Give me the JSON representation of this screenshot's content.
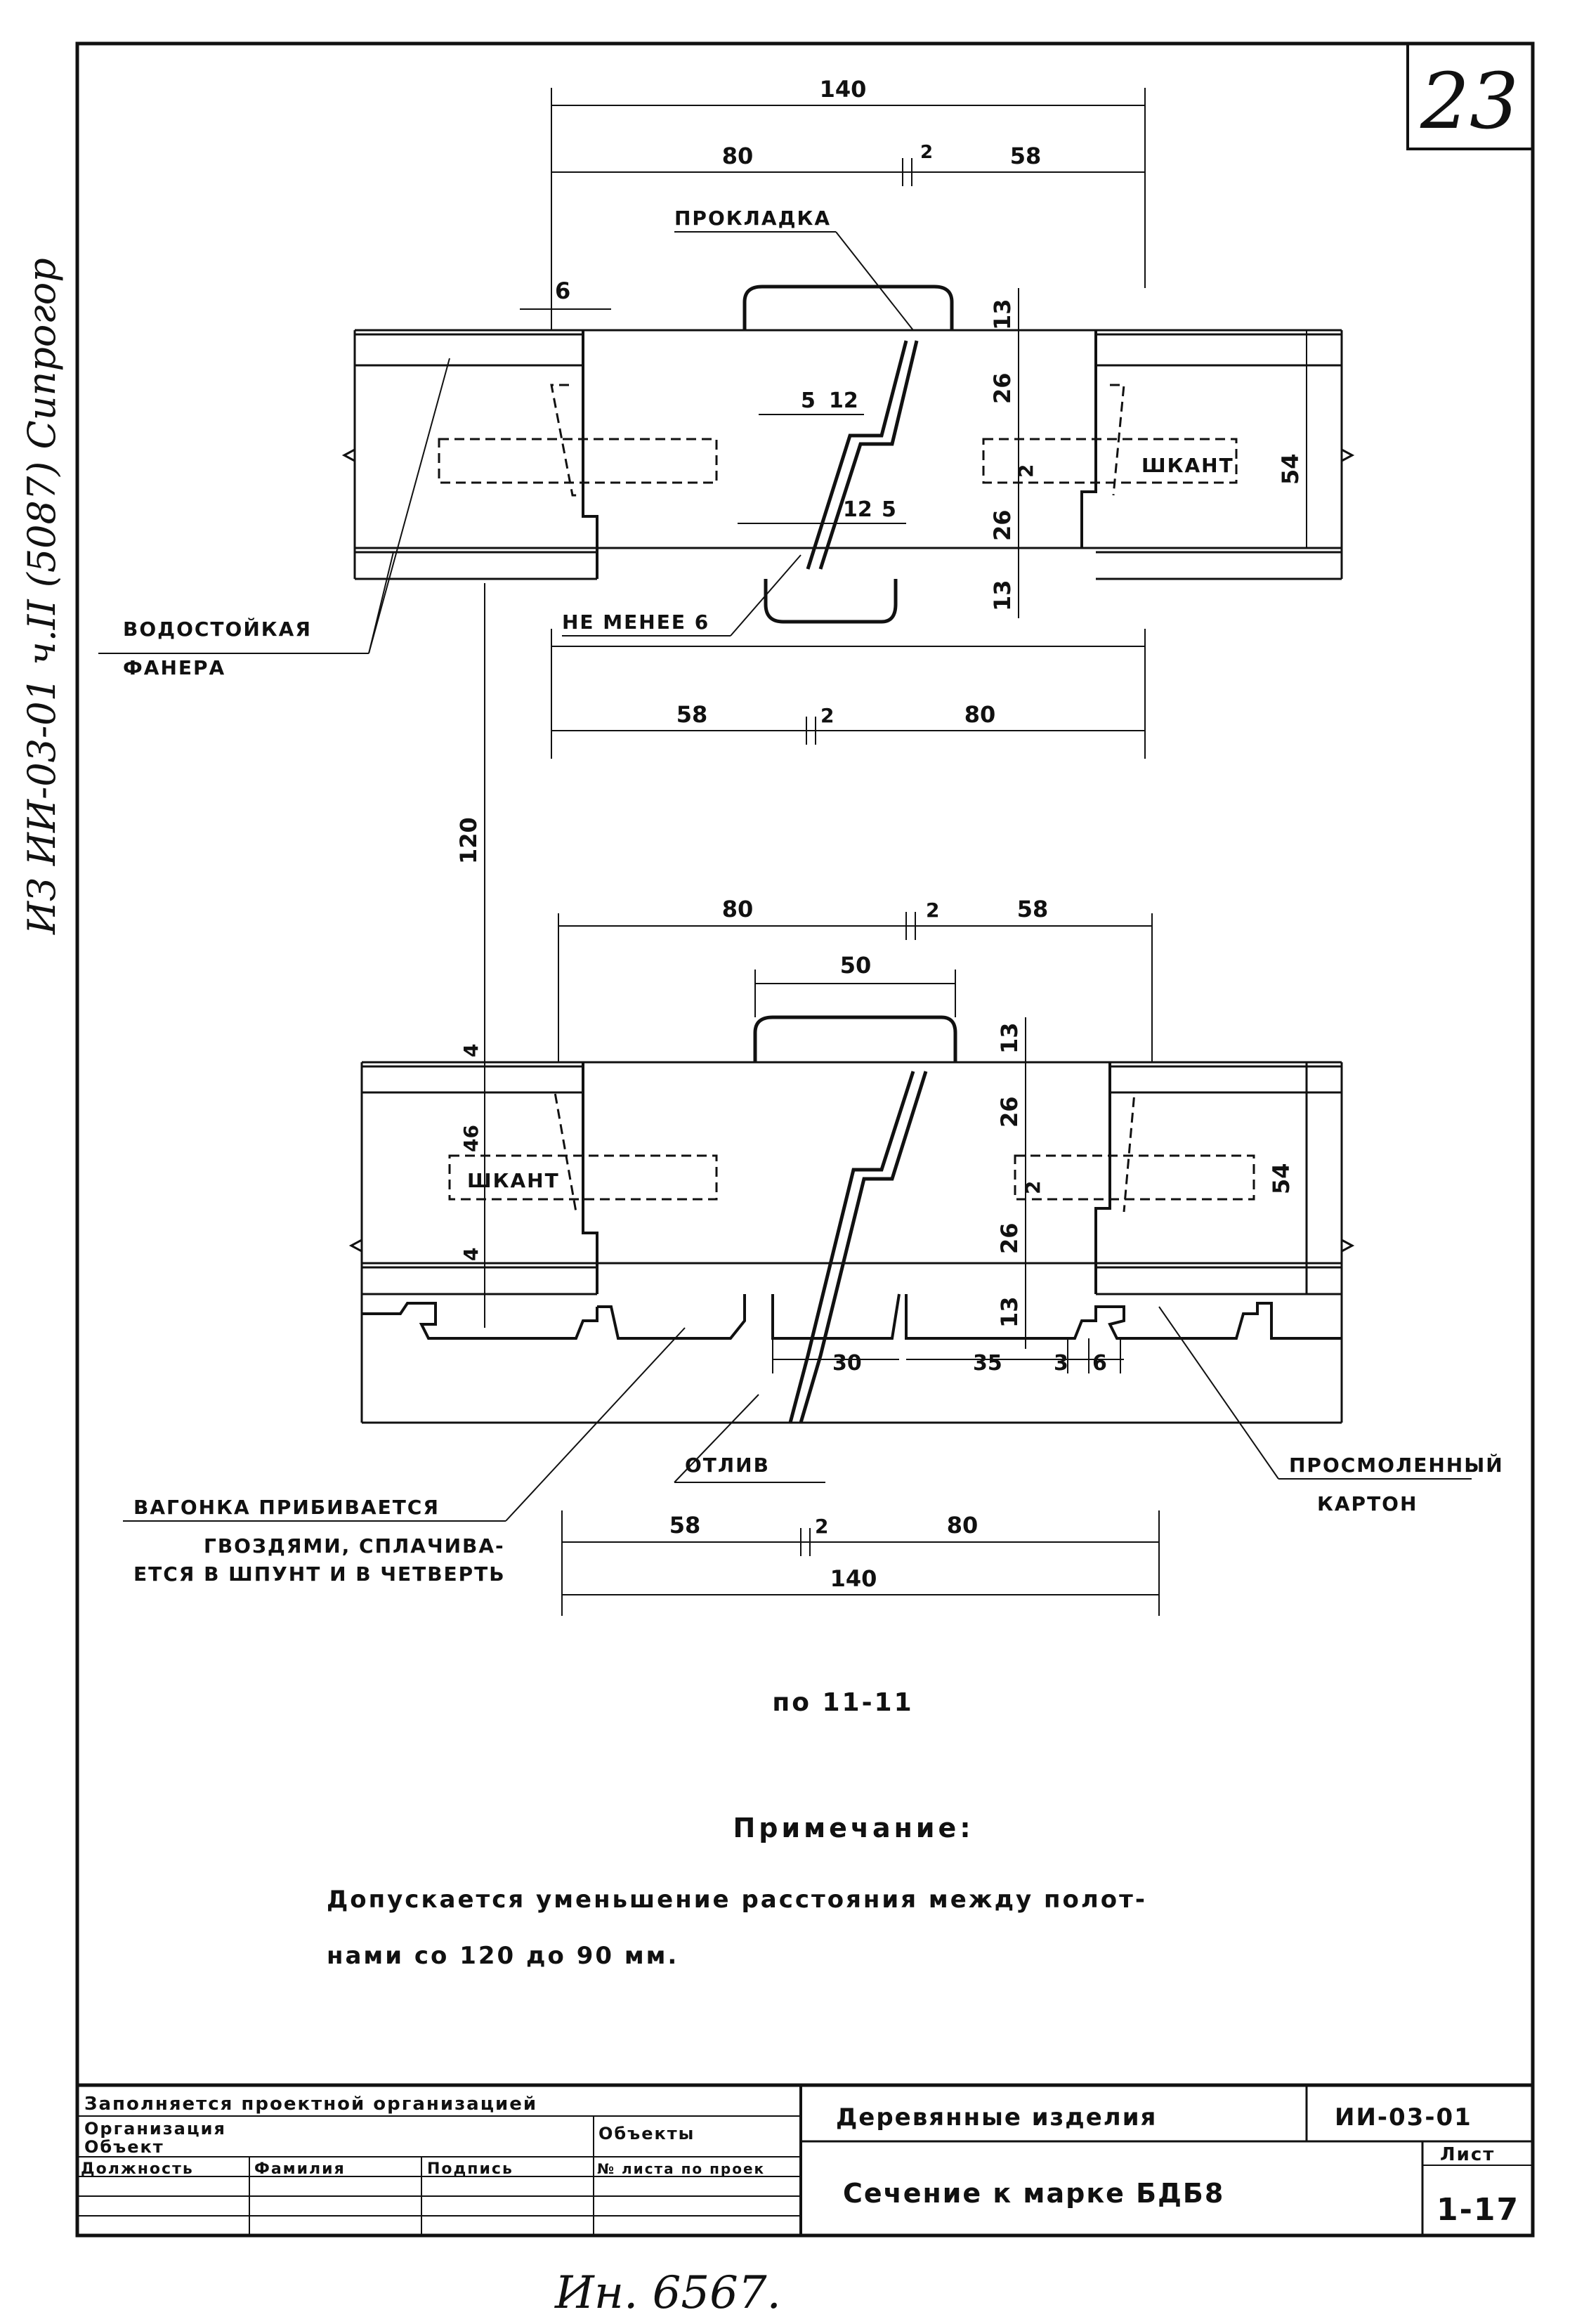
{
  "sheet_badge": "23",
  "side_inscription": "ИЗ ИИ-03-01 ч.II (5087) Сипрогор",
  "top_detail": {
    "dim_total": "140",
    "dim_left": "80",
    "dim_gap": "2",
    "dim_right": "58",
    "label_gasket": "ПРОКЛАДКА",
    "dim_edge": "6",
    "dim_step_a": "5",
    "dim_step_b": "12",
    "dim_step_c": "12",
    "dim_step_d": "5",
    "dim_h_top": "13",
    "dim_h_mid1": "26",
    "dim_h_dowel": "2",
    "dim_h_mid2": "26",
    "dim_h_bot": "13",
    "dim_thickness": "54",
    "label_dowel": "ШКАНТ",
    "label_min": "НЕ МЕНЕЕ 6",
    "label_plywood_1": "ВОДОСТОЙКАЯ",
    "label_plywood_2": "ФАНЕРА",
    "bottom_dim_left": "58",
    "bottom_dim_gap": "2",
    "bottom_dim_right": "80"
  },
  "spacing_dim": "120",
  "bottom_detail": {
    "dim_left": "80",
    "dim_gap": "2",
    "dim_right": "58",
    "dim_cap": "50",
    "dim_skin_top": "4",
    "dim_inner": "46",
    "dim_skin_bot": "4",
    "label_dowel": "ШКАНТ",
    "dim_h_top": "13",
    "dim_h_mid1": "26",
    "dim_h_dowel": "2",
    "dim_h_mid2": "26",
    "dim_h_bot": "13",
    "dim_thickness": "54",
    "dim_b1": "30",
    "dim_b2": "35",
    "dim_b3": "3",
    "dim_b4": "6",
    "label_notch": "ОТЛИВ",
    "label_board_1": "ВАГОНКА ПРИБИВАЕТСЯ",
    "label_board_2": "ГВОЗДЯМИ, СПЛАЧИВА-",
    "label_board_3": "ЕТСЯ В ШПУНТ И В ЧЕТВЕРТЬ",
    "label_felt_1": "ПРОСМОЛЕННЫЙ",
    "label_felt_2": "КАРТОН",
    "low_dim_left": "58",
    "low_dim_gap": "2",
    "low_dim_right": "80",
    "low_dim_total": "140"
  },
  "section_caption": "по 11-11",
  "note": {
    "title": "Примечание:",
    "line1": "Допускается уменьшение расстояния между полот-",
    "line2": "нами со 120 до 90 мм."
  },
  "title_block": {
    "filled_by": "Заполняется проектной организацией",
    "organization": "Организация",
    "object": "Объект",
    "objects_short": "Объекты",
    "col_position": "Должность",
    "col_surname": "Фамилия",
    "col_signature": "Подпись",
    "col_sheet_ref": "№ листа по проек",
    "series_title": "Деревянные изделия",
    "code": "ИИ-03-01",
    "sheet_title": "Сечение к марке БДБ8",
    "sheet_label": "Лист",
    "sheet_number": "1-17"
  },
  "footer_handwritten": "Ин. 6567."
}
